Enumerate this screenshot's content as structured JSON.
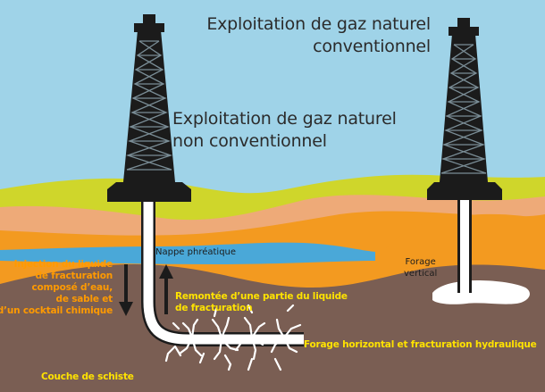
{
  "labels": {
    "conventional_line1": "Exploitation de gaz naturel",
    "conventional_line2": "conventionnel",
    "unconventional_line1": "Exploitation de gaz naturel",
    "unconventional_line2": "non conventionnel",
    "aquifer": "Nappe phréatique",
    "vertical_line1": "Forage",
    "vertical_line2": "vertical",
    "injection_lines": [
      "Injection du liquide",
      "de fracturation",
      "composé d’eau,",
      "de sable et",
      "d’un cocktail chimique"
    ],
    "return_lines": [
      "Remontée d’une partie du liquide",
      "de fracturation"
    ],
    "horizontal": "Forage horizontal et fracturation hydraulique",
    "shale": "Couche de schiste"
  },
  "colors": {
    "sky": "#9fd3e8",
    "yellow_layer": "#cfd62b",
    "salmon_layer": "#eeaa78",
    "orange_layer": "#f39a20",
    "aquifer": "#4aa8d8",
    "shale": "#7a5e53",
    "rig": "#1b1b1b",
    "pipe": "#ffffff",
    "label_yellow": "#ffe300",
    "label_orange": "#ff9a00"
  }
}
